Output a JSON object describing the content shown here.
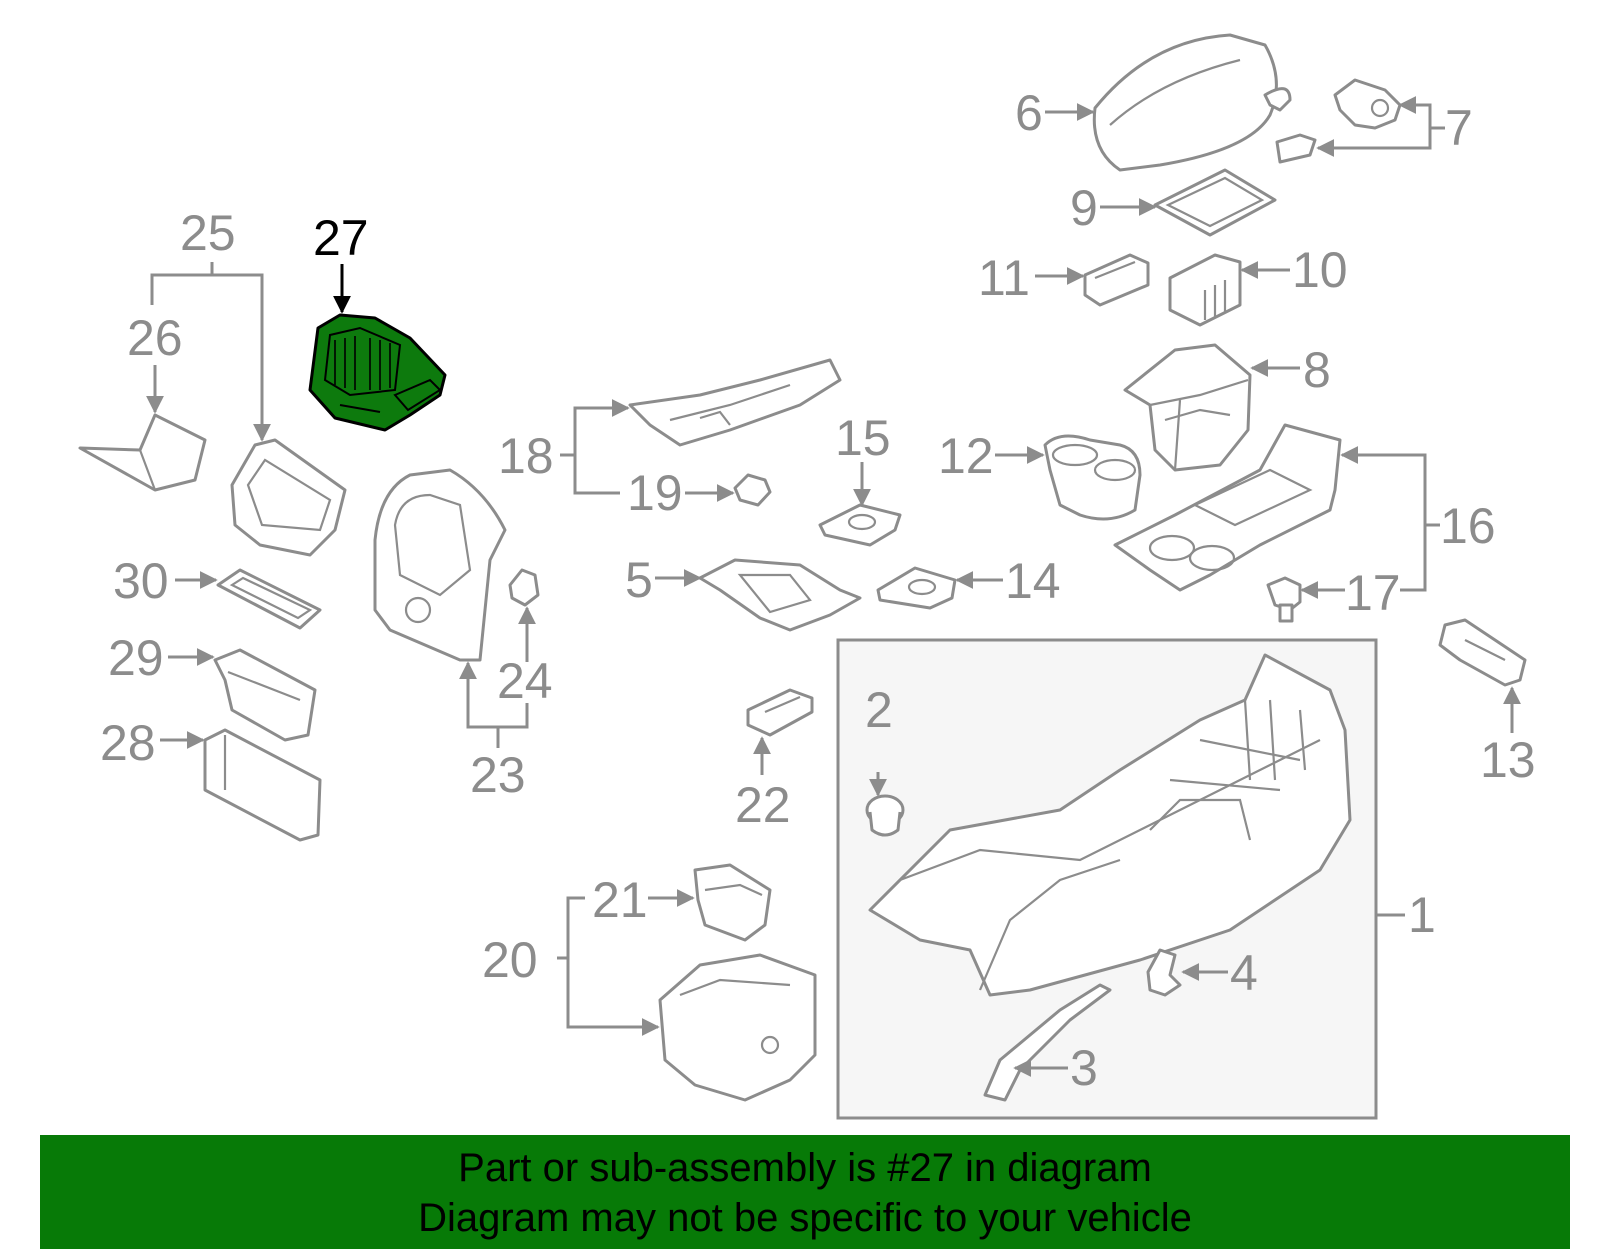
{
  "diagram": {
    "highlight_color": "#0d7a0d",
    "highlighted_callout": "27",
    "callouts": [
      "1",
      "2",
      "3",
      "4",
      "5",
      "6",
      "7",
      "8",
      "9",
      "10",
      "11",
      "12",
      "13",
      "14",
      "15",
      "16",
      "17",
      "18",
      "19",
      "20",
      "21",
      "22",
      "23",
      "24",
      "25",
      "26",
      "27",
      "28",
      "29",
      "30"
    ]
  },
  "banner": {
    "line1": "Part or sub-assembly is #27 in diagram",
    "line2": "Diagram may not be specific to your vehicle",
    "background": "#077a07"
  }
}
